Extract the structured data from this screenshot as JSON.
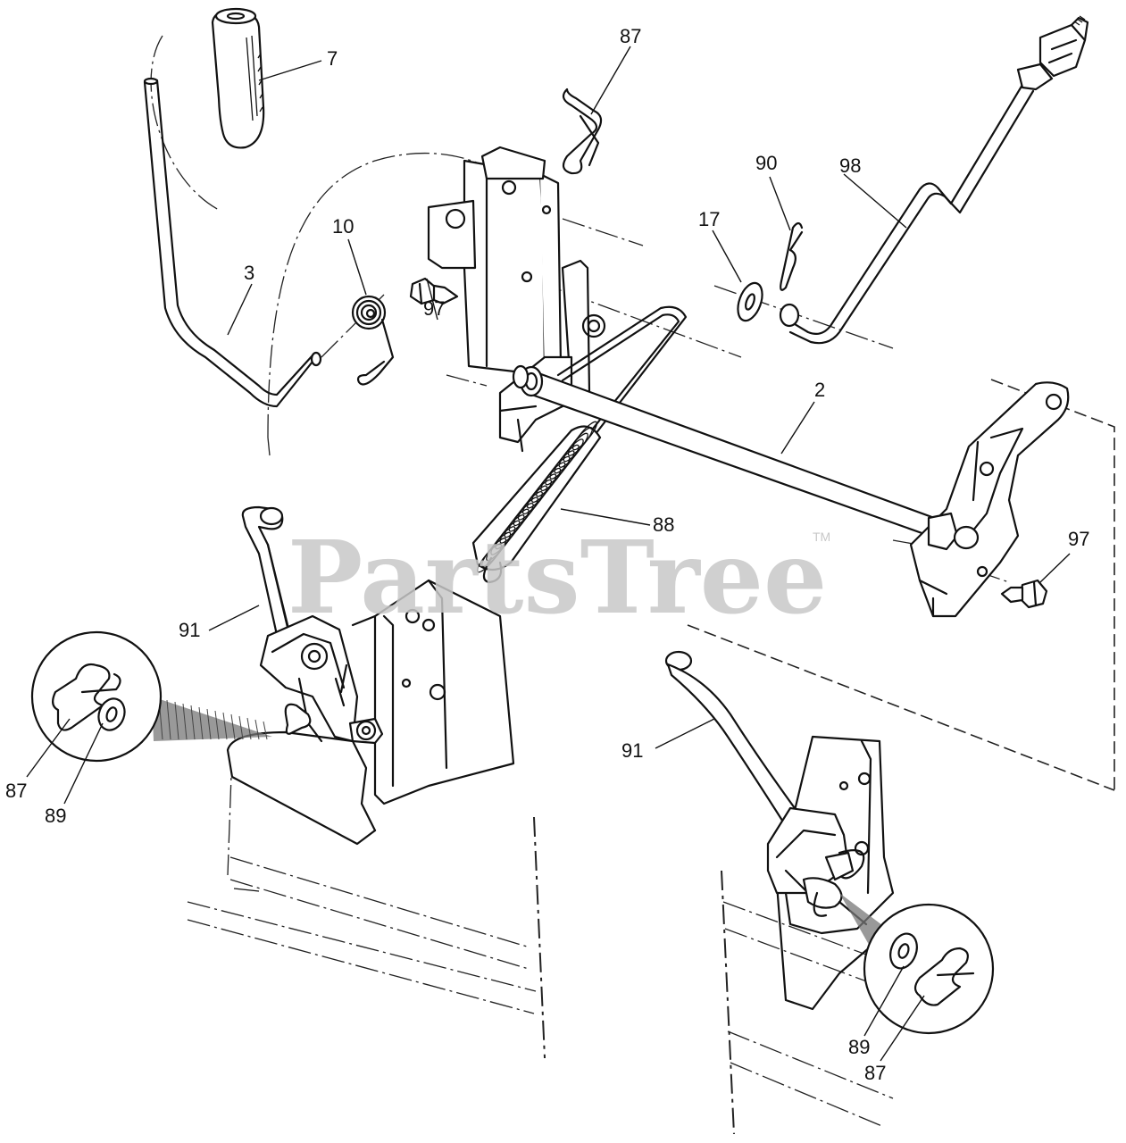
{
  "watermark": {
    "text": "PartsTree",
    "trademark": "TM"
  },
  "callouts": [
    {
      "id": "c7",
      "label": "7"
    },
    {
      "id": "c87a",
      "label": "87"
    },
    {
      "id": "c90",
      "label": "90"
    },
    {
      "id": "c98",
      "label": "98"
    },
    {
      "id": "c10",
      "label": "10"
    },
    {
      "id": "c3",
      "label": "3"
    },
    {
      "id": "c17",
      "label": "17"
    },
    {
      "id": "c97a",
      "label": "97"
    },
    {
      "id": "c2",
      "label": "2"
    },
    {
      "id": "c88",
      "label": "88"
    },
    {
      "id": "c97b",
      "label": "97"
    },
    {
      "id": "c91a",
      "label": "91"
    },
    {
      "id": "c91b",
      "label": "91"
    },
    {
      "id": "c87b",
      "label": "87"
    },
    {
      "id": "c89a",
      "label": "89"
    },
    {
      "id": "c89b",
      "label": "89"
    },
    {
      "id": "c87c",
      "label": "87"
    }
  ]
}
